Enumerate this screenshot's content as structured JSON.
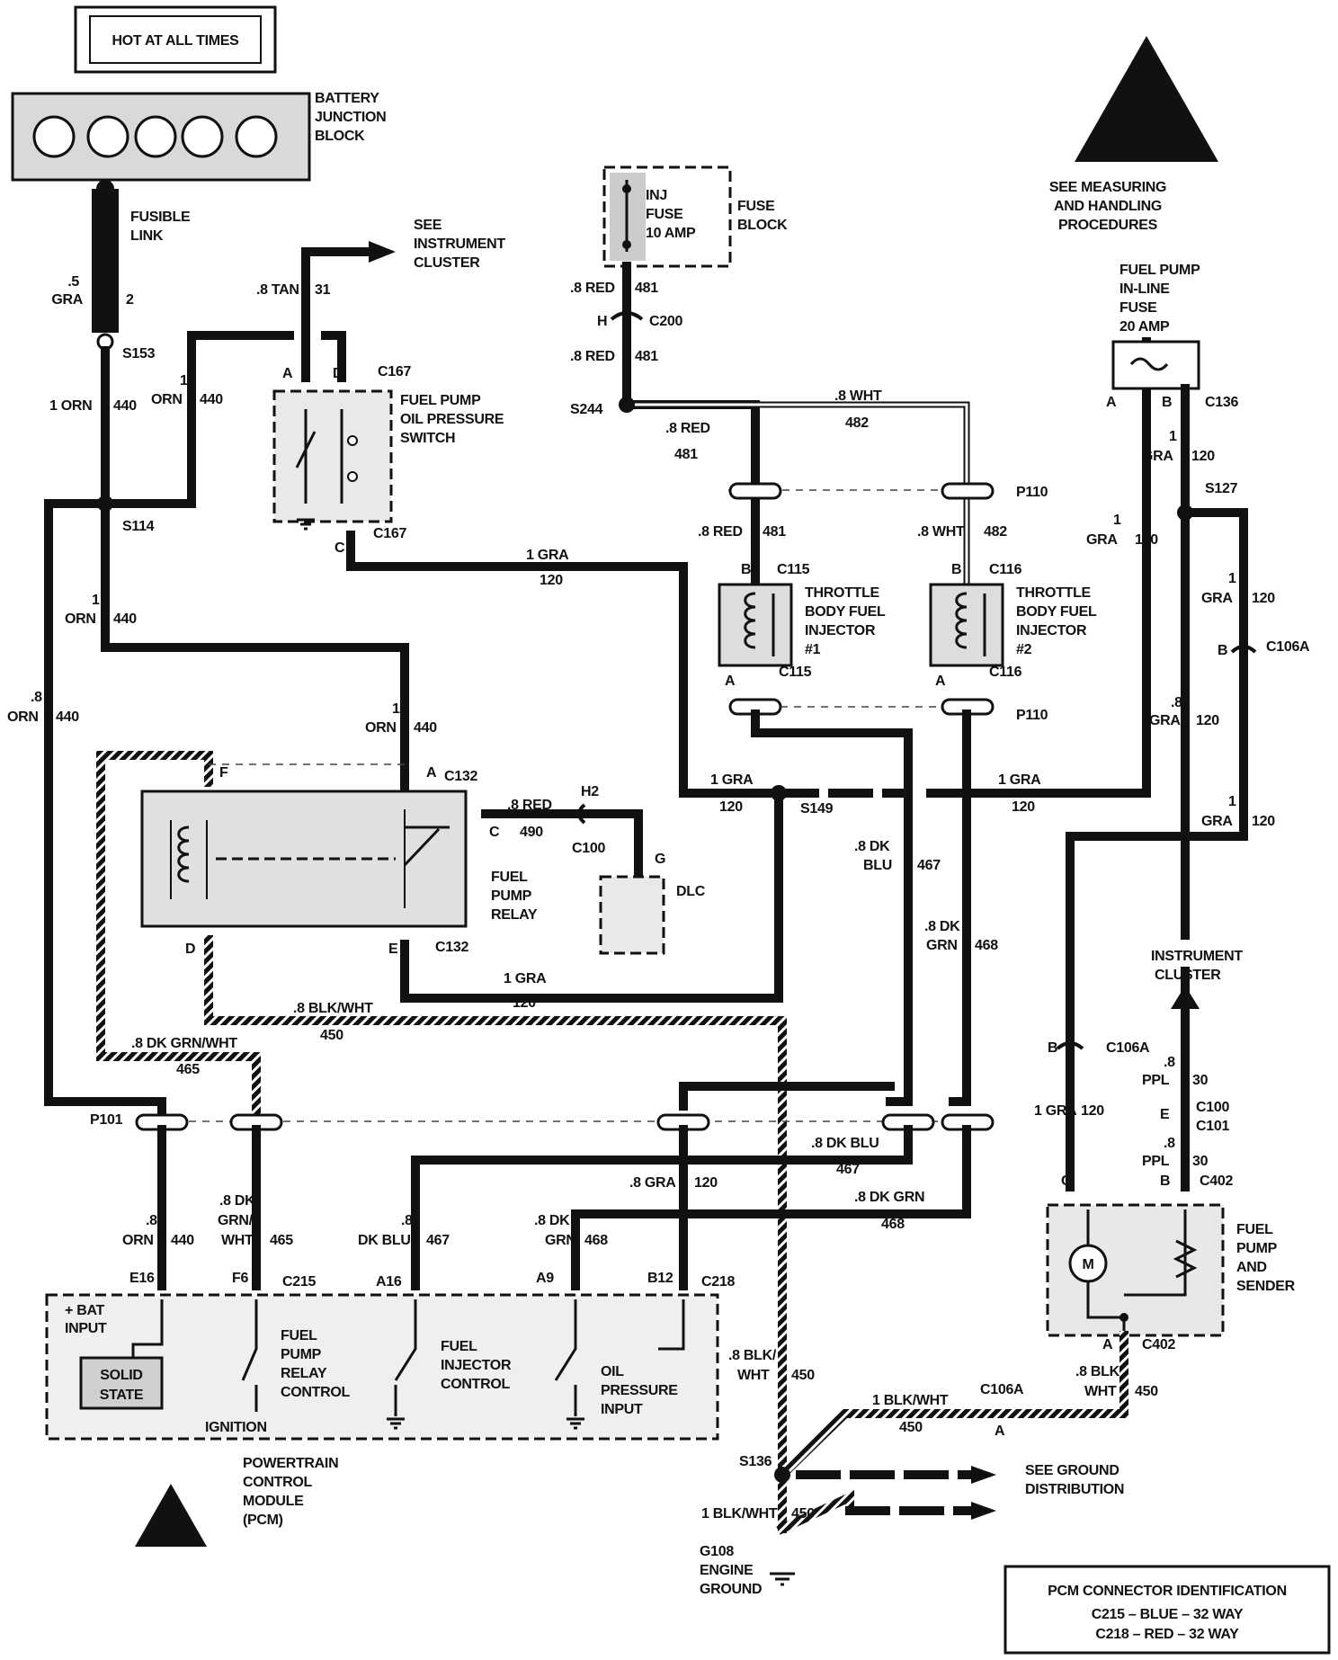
{
  "header": {
    "hot_label": "HOT AT ALL TIMES"
  },
  "esd_note": {
    "line1": "SEE MEASURING",
    "line2": "AND HANDLING",
    "line3": "PROCEDURES"
  },
  "battery_block": {
    "line1": "BATTERY",
    "line2": "JUNCTION",
    "line3": "BLOCK"
  },
  "fusible_link": {
    "line1": "FUSIBLE",
    "line2": "LINK",
    "gauge1": ".5",
    "gauge2": "GRA",
    "circuit": "2"
  },
  "splices": {
    "s153": "S153",
    "s114": "S114",
    "s244": "S244",
    "s149": "S149",
    "s127": "S127",
    "s136": "S136"
  },
  "instrument_cluster_top": {
    "line1": "SEE",
    "line2": "INSTRUMENT",
    "line3": "CLUSTER"
  },
  "oil_switch": {
    "line1": "FUEL PUMP",
    "line2": "OIL PRESSURE",
    "line3": "SWITCH",
    "conn_top": "C167",
    "conn_bot": "C167",
    "pinA": "A",
    "pinD": "D",
    "pinC": "C"
  },
  "fuse_block": {
    "fuse1": "INJ",
    "fuse2": "FUSE",
    "fuse3": "10 AMP",
    "block1": "FUSE",
    "block2": "BLOCK"
  },
  "inline_fuse": {
    "line1": "FUEL PUMP",
    "line2": "IN-LINE",
    "line3": "FUSE",
    "line4": "20 AMP",
    "pinA": "A",
    "pinB": "B",
    "conn": "C136"
  },
  "wires": {
    "w_tan": ".8 TAN",
    "w_tan_c": "31",
    "w_red1": ".8 RED",
    "w_red1_c": "481",
    "w_red2": ".8 RED",
    "w_red2_c": "481",
    "w_red3": ".8 RED",
    "w_red3_c": "481",
    "w_red4": ".8 RED",
    "w_red4_c": "481",
    "w_wht1": ".8 WHT",
    "w_wht1_c": "482",
    "w_wht2": ".8 WHT",
    "w_wht2_c": "482",
    "w_orn1": "1 ORN",
    "w_orn1_c": "440",
    "w_orn2a": "1",
    "w_orn2b": "ORN",
    "w_orn2_c": "440",
    "w_orn3a": "1",
    "w_orn3b": "ORN",
    "w_orn3_c": "440",
    "w_orn4a": ".8",
    "w_orn4b": "ORN",
    "w_orn4_c": "440",
    "w_orn5a": "1",
    "w_orn5b": "ORN",
    "w_orn5_c": "440",
    "w_gra1": "1 GRA",
    "w_gra1_c": "120",
    "w_gra2": "1 GRA",
    "w_gra2_c": "120",
    "w_gra3": "1 GRA",
    "w_gra3_c": "120",
    "w_gra4": "1 GRA",
    "w_gra4_c": "120",
    "w_gra5a": "1",
    "w_gra5b": "GRA",
    "w_gra5_c": "120",
    "w_gra6a": "1",
    "w_gra6b": "GRA",
    "w_gra6_c": "120",
    "w_gra7a": "1",
    "w_gra7b": "GRA",
    "w_gra7_c": "120",
    "w_gra8a": ".8",
    "w_gra8b": "GRA",
    "w_gra8_c": "120",
    "w_gra9a": "1",
    "w_gra9b": "GRA",
    "w_gra9_c": "120",
    "w_gra10": "1 GRA",
    "w_gra10_c": "120",
    "w_red490": ".8 RED",
    "w_red490_c": "490",
    "w_blu1a": ".8 DK",
    "w_blu1b": "BLU",
    "w_blu1_c": "467",
    "w_grn1a": ".8 DK",
    "w_grn1b": "GRN",
    "w_grn1_c": "468",
    "w_blkwht1": ".8 BLK/WHT",
    "w_blkwht1_c": "450",
    "w_grnwht1": ".8 DK GRN/WHT",
    "w_grnwht1_c": "465",
    "w_blu2": ".8 DK BLU",
    "w_blu2_c": "467",
    "w_grn2": ".8 DK GRN",
    "w_grn2_c": "468",
    "w_gra11": ".8 GRA",
    "w_gra11_c": "120",
    "w_orn6a": ".8",
    "w_orn6b": "ORN",
    "w_orn6_c": "440",
    "w_grnwht2a": ".8 DK",
    "w_grnwht2b": "GRN/",
    "w_grnwht2c": "WHT",
    "w_grnwht2_c": "465",
    "w_blu3a": ".8",
    "w_blu3b": "DK BLU",
    "w_blu3_c": "467",
    "w_grn3a": ".8 DK",
    "w_grn3b": "GRN",
    "w_grn3_c": "468",
    "w_blkwht2a": ".8 BLK/",
    "w_blkwht2b": "WHT",
    "w_blkwht2_c": "450",
    "w_blkwht3": "1 BLK/WHT",
    "w_blkwht3_c": "450",
    "w_blkwht4a": ".8 BLK/",
    "w_blkwht4b": "WHT",
    "w_blkwht4_c": "450",
    "w_blkwht5": "1 BLK/WHT",
    "w_blkwht5_c": "450",
    "w_ppl1a": ".8",
    "w_ppl1b": "PPL",
    "w_ppl1_c": "30",
    "w_ppl2a": ".8",
    "w_ppl2b": "PPL",
    "w_ppl2_c": "30"
  },
  "connectors": {
    "c200": "C200",
    "c200_pin": "H",
    "p110a": "P110",
    "p110b": "P110",
    "c115a": "C115",
    "c115b": "C115",
    "c116a": "C116",
    "c116b": "C116",
    "c132a": "C132",
    "c132b": "C132",
    "c100a": "C100",
    "c100_h2": "H2",
    "c100_g": "G",
    "c106a1": "C106A",
    "c106a2": "C106A",
    "c106a3": "C106A",
    "p101": "P101",
    "c215": "C215",
    "c218": "C218",
    "c100b": "C100",
    "c101": "C101",
    "c402a": "C402",
    "c402b": "C402",
    "pinB": "B",
    "pinA": "A",
    "pinF": "F",
    "pinD": "D",
    "pinE": "E",
    "pinC": "C"
  },
  "injector1": {
    "line1": "THROTTLE",
    "line2": "BODY FUEL",
    "line3": "INJECTOR",
    "line4": "#1"
  },
  "injector2": {
    "line1": "THROTTLE",
    "line2": "BODY FUEL",
    "line3": "INJECTOR",
    "line4": "#2"
  },
  "relay": {
    "line1": "FUEL",
    "line2": "PUMP",
    "line3": "RELAY"
  },
  "dlc": {
    "label": "DLC"
  },
  "instrument_cluster_bot": {
    "line1": "INSTRUMENT",
    "line2": "CLUSTER"
  },
  "pump_sender": {
    "line1": "FUEL",
    "line2": "PUMP",
    "line3": "AND",
    "line4": "SENDER",
    "motor": "M"
  },
  "pcm": {
    "bat1": "+ BAT",
    "bat2": "INPUT",
    "solid1": "SOLID",
    "solid2": "STATE",
    "relay1": "FUEL",
    "relay2": "PUMP",
    "relay3": "RELAY",
    "relay4": "CONTROL",
    "ign": "IGNITION",
    "inj1": "FUEL",
    "inj2": "INJECTOR",
    "inj3": "CONTROL",
    "oil1": "OIL",
    "oil2": "PRESSURE",
    "oil3": "INPUT",
    "pinE16": "E16",
    "pinF6": "F6",
    "pinA16": "A16",
    "pinA9": "A9",
    "pinB12": "B12",
    "name1": "POWERTRAIN",
    "name2": "CONTROL",
    "name3": "MODULE",
    "name4": "(PCM)"
  },
  "ground": {
    "g1": "G108",
    "g2": "ENGINE",
    "g3": "GROUND",
    "dist1": "SEE GROUND",
    "dist2": "DISTRIBUTION"
  },
  "legend": {
    "title": "PCM CONNECTOR IDENTIFICATION",
    "row1": "C215 – BLUE  – 32 WAY",
    "row2": "C218 – RED   – 32 WAY"
  }
}
